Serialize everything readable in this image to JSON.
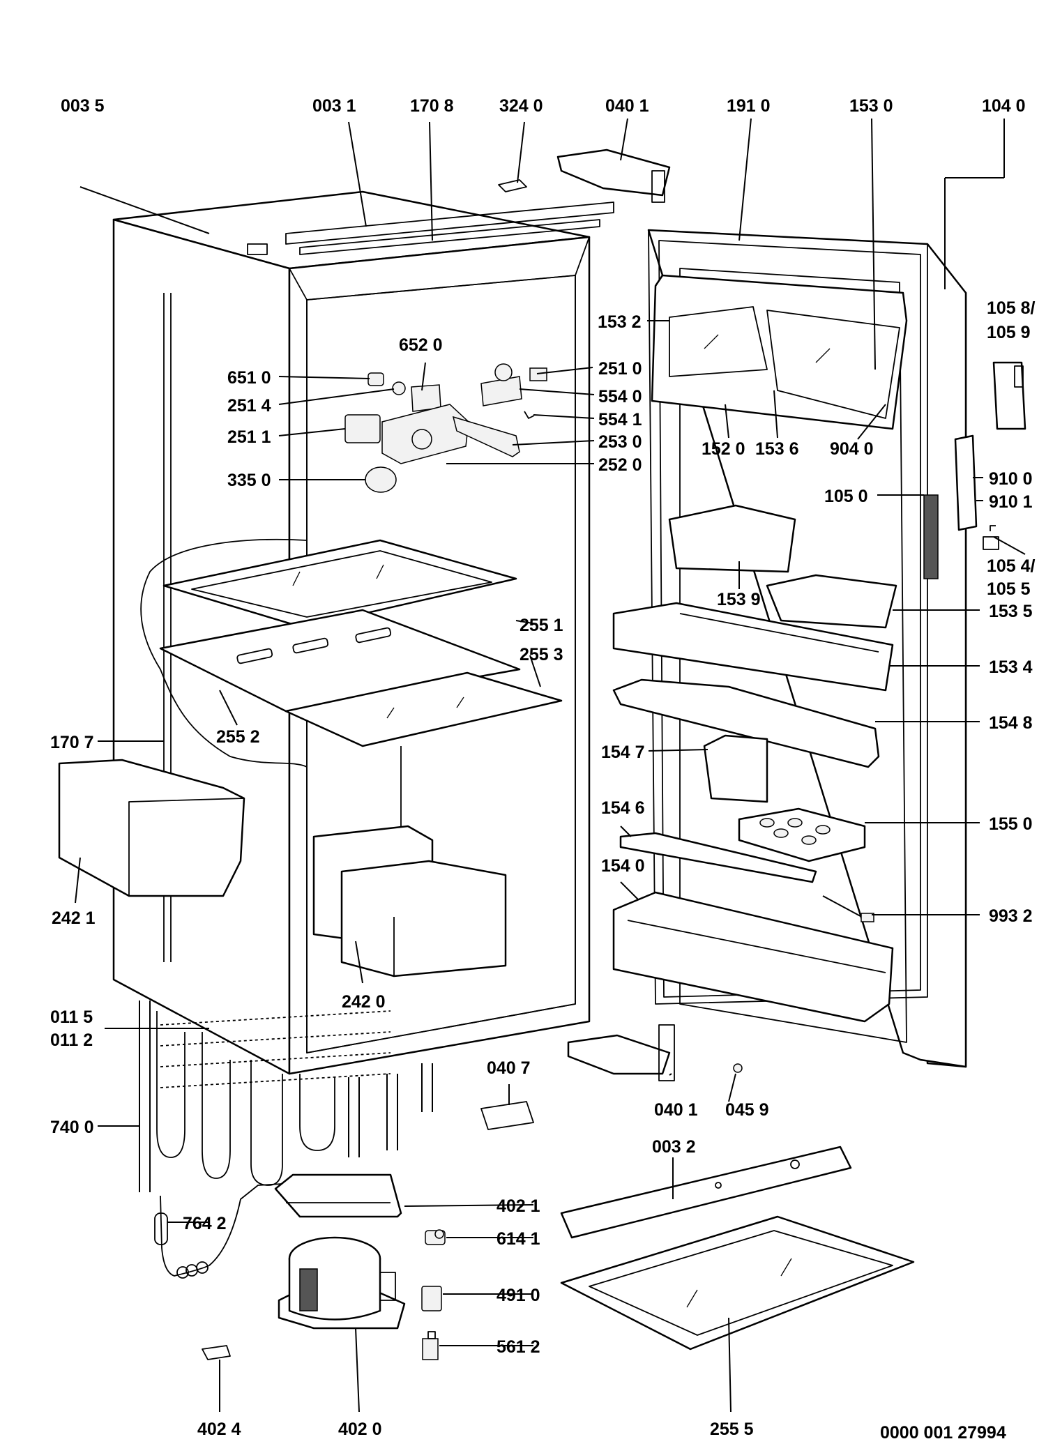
{
  "labels": {
    "l0035": "003 5",
    "l0031": "003 1",
    "l1708": "170 8",
    "l3240": "324 0",
    "l0401t": "040 1",
    "l1910": "191 0",
    "l1530": "153 0",
    "l1040": "104 0",
    "l1058": "105 8/",
    "l1059": "105 9",
    "l1532": "153 2",
    "l6520": "652 0",
    "l6510": "651 0",
    "l2510": "251 0",
    "l2514": "251 4",
    "l5540": "554 0",
    "l5541": "554 1",
    "l2511": "251 1",
    "l2530": "253 0",
    "l2520": "252 0",
    "l1520": "152 0",
    "l1536": "153 6",
    "l9040": "904 0",
    "l3350": "335 0",
    "l9100": "910 0",
    "l1050": "105 0",
    "l9101": "910 1",
    "l1054": "105 4/",
    "l1055": "105 5",
    "l1539": "153 9",
    "l1535": "153 5",
    "l2551": "255 1",
    "l2553": "255 3",
    "l1534": "153 4",
    "l2552": "255 2",
    "l1707": "170 7",
    "l1548": "154 8",
    "l1547": "154 7",
    "l1546": "154 6",
    "l1550": "155 0",
    "l2421": "242 1",
    "l1540": "154 0",
    "l9932": "993 2",
    "l2420": "242 0",
    "l0115": "011 5",
    "l0112": "011 2",
    "l0407": "040 7",
    "l0401b": "040 1",
    "l0459": "045 9",
    "l7400": "740 0",
    "l0032": "003 2",
    "l4021": "402 1",
    "l7642": "764 2",
    "l6141": "614 1",
    "l4910": "491 0",
    "l5612": "561 2",
    "l4024": "402 4",
    "l4020": "402 0",
    "l2555": "255 5",
    "docnum": "0000 001 27994"
  }
}
